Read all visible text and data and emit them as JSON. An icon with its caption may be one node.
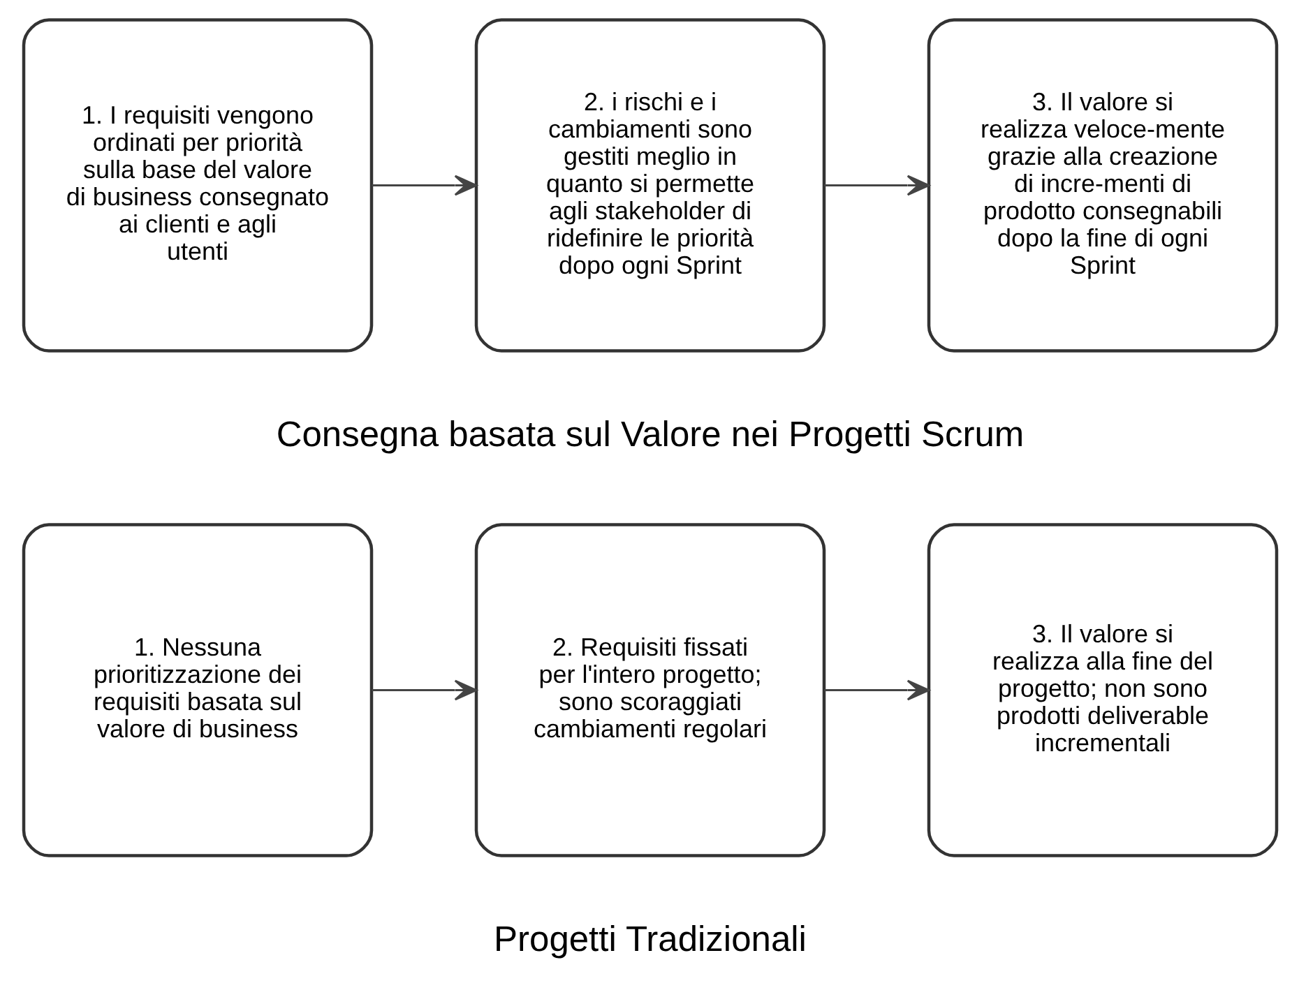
{
  "diagram": {
    "nodes": [
      {
        "text": [
          "1. I requisiti vengono ordinati per priorità sulla base del valore di business consegnato ai clienti e agli utenti"
        ]
      },
      {
        "text": [
          "2. i rischi e i cambiamenti sono gestiti meglio in quanto si permette agli stakeholder di ridefinire le priorità dopo ogni Sprint"
        ]
      },
      {
        "text": [
          "3. Il valore si realizza veloce-mente grazie alla creazione di incre-menti di prodotto consegnabili dopo la fine di ogni Sprint"
        ]
      },
      {
        "text": [
          "1. Nessuna prioritizzazione dei requisiti basata sul valore di business"
        ]
      },
      {
        "text": [
          "2. Requisiti fissati per l'intero progetto; sono scoraggiati cambiamenti regolari"
        ]
      },
      {
        "text": [
          "3. Il valore si realizza alla fine del progetto; non sono prodotti deliverable incrementali"
        ]
      }
    ],
    "edges": [
      {
        "from": 0,
        "to": 1,
        "arrow": "to"
      },
      {
        "from": 1,
        "to": 2,
        "arrow": "to"
      },
      {
        "from": 3,
        "to": 4,
        "arrow": "to"
      },
      {
        "from": 4,
        "to": 5,
        "arrow": "to"
      }
    ],
    "labels": [
      "Consegna basata sul Valore nei Progetti Scrum",
      "Progetti Tradizionali"
    ]
  }
}
